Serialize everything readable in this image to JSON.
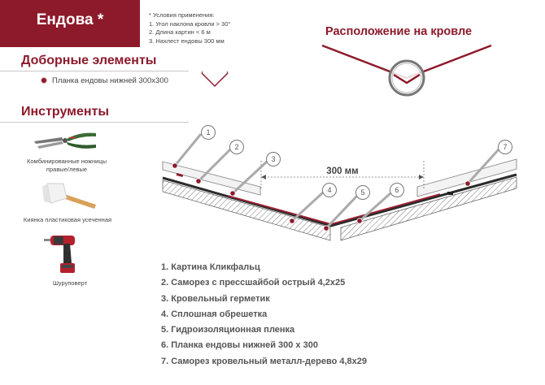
{
  "header": {
    "title": "Ендова *",
    "conditions": [
      "* Условия применения:",
      "1. Угол наклона кровли > 30°",
      "2. Длина картин < 6 м",
      "3. Нахлест ендовы 300 мм"
    ]
  },
  "accessories": {
    "heading": "Доборные элементы",
    "items": [
      "Планка ендовы нижней 300х300"
    ]
  },
  "tools": {
    "heading": "Инструменты",
    "items": [
      {
        "label_lines": [
          "Комбинированные ножницы",
          "правые/левые"
        ],
        "icon": "scissors-icon"
      },
      {
        "label_lines": [
          "Киянка пластиковая усеченная"
        ],
        "icon": "mallet-icon"
      },
      {
        "label_lines": [
          "Шуруповерт"
        ],
        "icon": "screwdriver-icon"
      }
    ]
  },
  "roof": {
    "title": "Расположение на кровле"
  },
  "diagram": {
    "dimension_label": "300 мм",
    "callouts": [
      "1",
      "2",
      "3",
      "4",
      "5",
      "6",
      "7"
    ]
  },
  "legend": [
    "1. Картина Кликфальц",
    "2. Саморез с прессшайбой острый 4,2х25",
    "3. Кровельный герметик",
    "4. Сплошная обрешетка",
    "5. Гидроизоляционная пленка",
    "6. Планка ендовы нижней 300 х 300",
    "7. Саморез кровельный металл-дерево 4,8х29"
  ],
  "colors": {
    "brand": "#8c1a2b",
    "text": "#444444"
  }
}
